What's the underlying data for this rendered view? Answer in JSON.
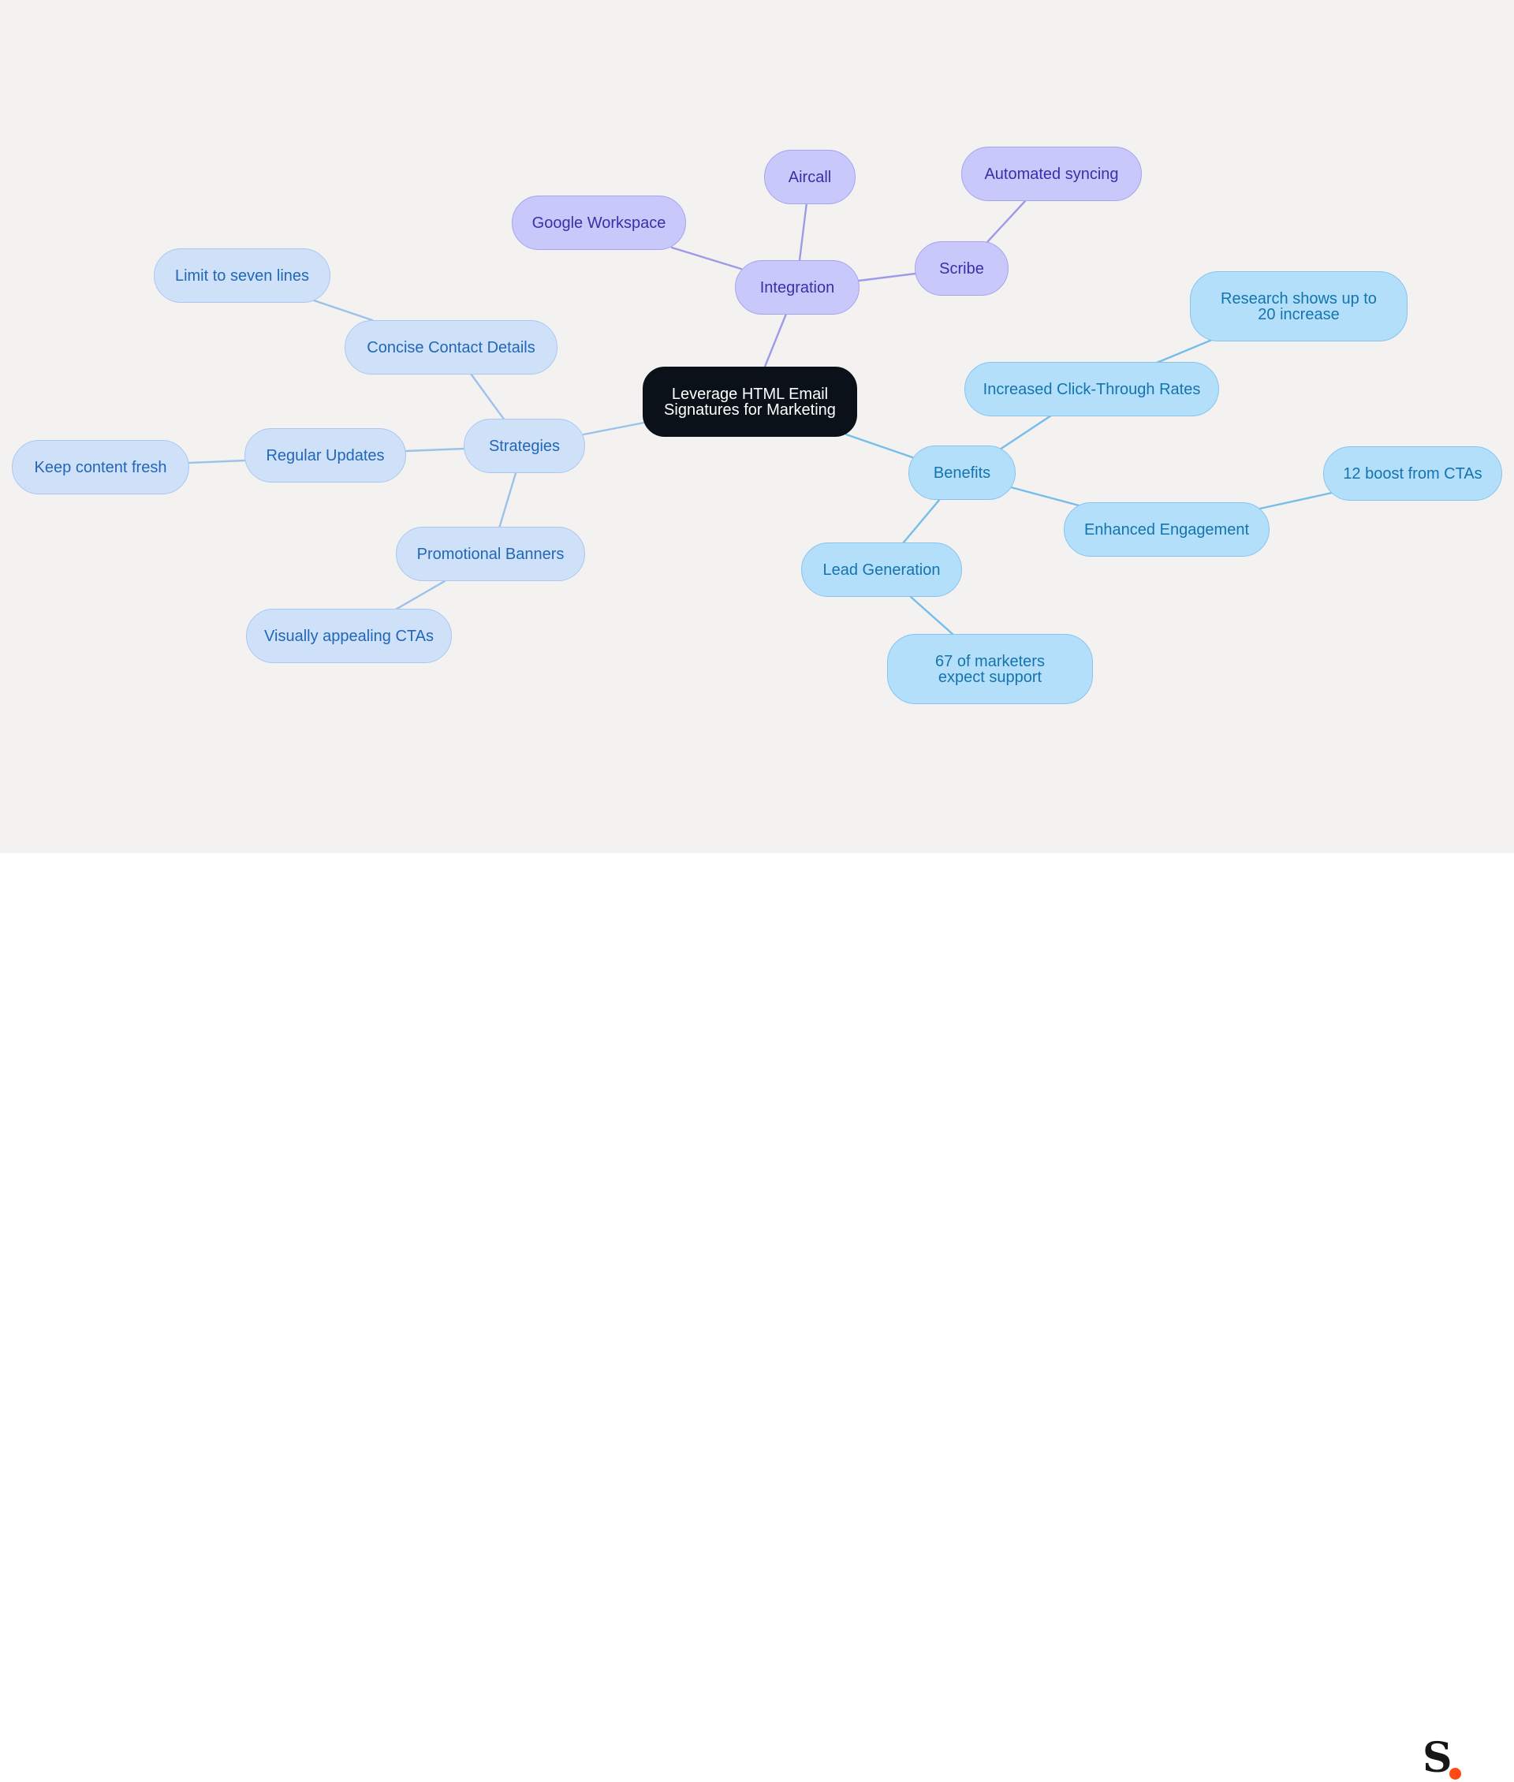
{
  "colors": {
    "purple_line": "#9d9be8",
    "lightblue_line": "#9cc2ec",
    "skyblue_line": "#76bdea",
    "logo_dot": "#ff4a12"
  },
  "mindmap": {
    "root": "Leverage HTML Email Signatures for Marketing",
    "branches": [
      {
        "label": "Integration",
        "color": "purple",
        "children": [
          {
            "label": "Aircall",
            "children": []
          },
          {
            "label": "Google Workspace",
            "children": []
          },
          {
            "label": "Scribe",
            "children": [
              "Automated syncing"
            ]
          }
        ]
      },
      {
        "label": "Strategies",
        "color": "lightblue",
        "children": [
          {
            "label": "Concise Contact Details",
            "children": [
              "Limit to seven lines"
            ]
          },
          {
            "label": "Regular Updates",
            "children": [
              "Keep content fresh"
            ]
          },
          {
            "label": "Promotional Banners",
            "children": [
              "Visually appealing CTAs"
            ]
          }
        ]
      },
      {
        "label": "Benefits",
        "color": "skyblue",
        "children": [
          {
            "label": "Increased Click-Through Rates",
            "children": [
              "Research shows up to 20 increase"
            ]
          },
          {
            "label": "Enhanced Engagement",
            "children": [
              "12 boost from CTAs"
            ]
          },
          {
            "label": "Lead Generation",
            "children": [
              "67 of marketers expect support"
            ]
          }
        ]
      }
    ]
  },
  "footer": {
    "logo_letter": "S"
  }
}
